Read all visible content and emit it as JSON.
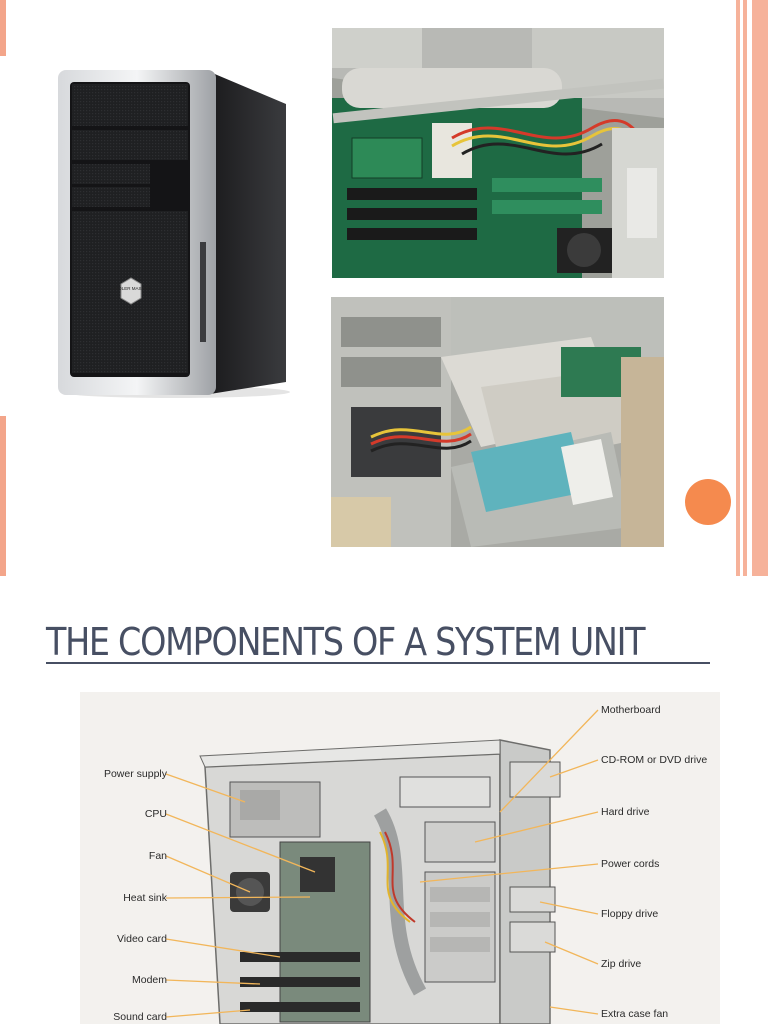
{
  "slide_two": {
    "title": "The Components of a System Unit"
  },
  "case_brand_logo": "COOLER MASTER",
  "diagram": {
    "left_labels": [
      "Power supply",
      "CPU",
      "Fan",
      "Heat sink",
      "Video card",
      "Modem",
      "Sound card"
    ],
    "right_labels": [
      "Motherboard",
      "CD-ROM or DVD drive",
      "Hard drive",
      "Power cords",
      "Floppy drive",
      "Zip drive",
      "Extra case fan"
    ]
  },
  "colors": {
    "accent_orange": "#f58a4e",
    "side_bar": "#f6b29a",
    "title_text": "#474f63",
    "leader_line": "#f2b65a"
  }
}
